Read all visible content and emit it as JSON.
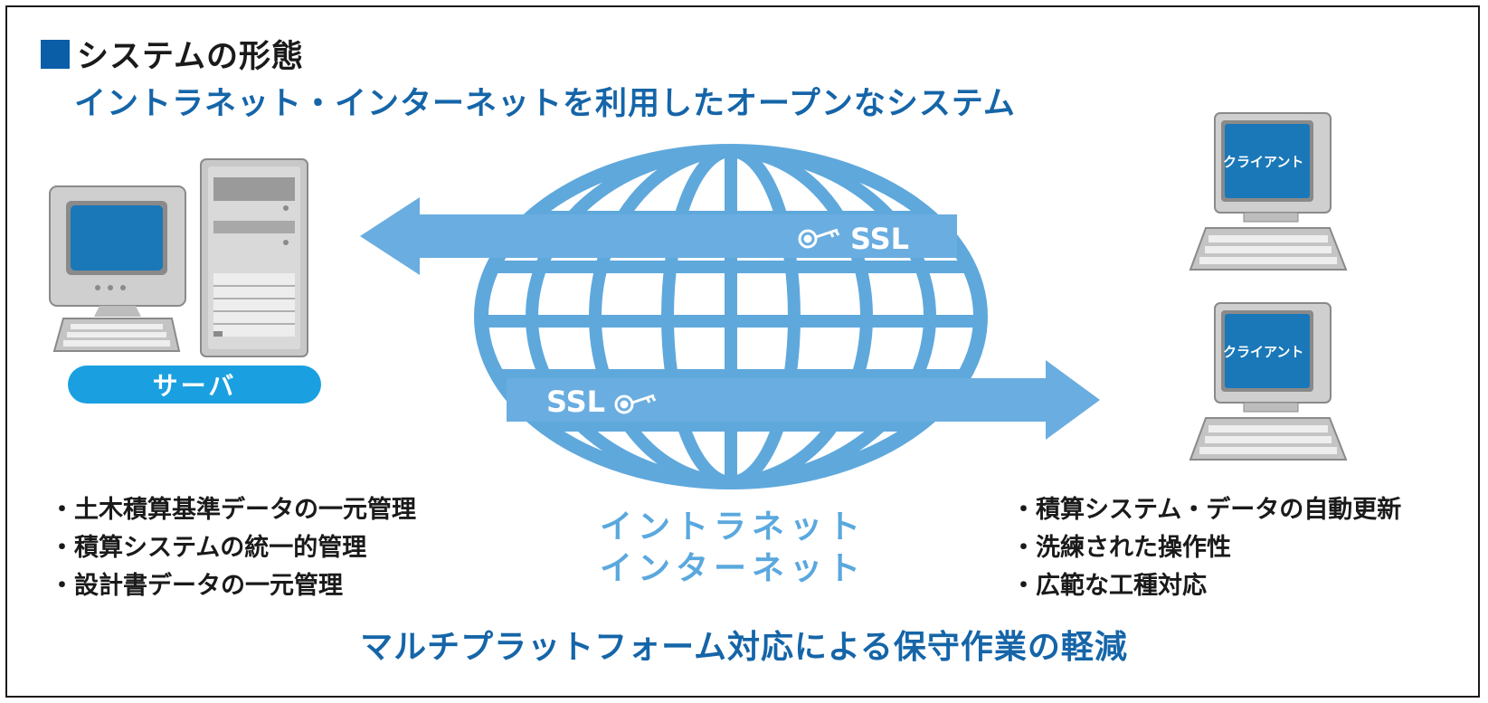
{
  "title": {
    "heading": "システムの形態",
    "subheading": "イントラネット・インターネットを利用したオープンなシステム"
  },
  "server": {
    "label": "サーバ",
    "features": [
      "・土木積算基準データの一元管理",
      "・積算システムの統一的管理",
      "・設計書データの一元管理"
    ]
  },
  "network": {
    "line1": "イントラネット",
    "line2": "インターネット",
    "ssl_top": "SSL",
    "ssl_bottom": "SSL"
  },
  "clients": {
    "label_top": "クライアント",
    "label_bottom": "クライアント",
    "features": [
      "・積算システム・データの自動更新",
      "・洗練された操作性",
      "・広範な工種対応"
    ]
  },
  "footer": "マルチプラットフォーム対応による保守作業の軽減",
  "colors": {
    "globe": "#5fa8dc",
    "arrow": "#6aade0",
    "accent_dark": "#0a5ea8",
    "pill": "#1aa0e0",
    "screen": "#1a78b8"
  }
}
